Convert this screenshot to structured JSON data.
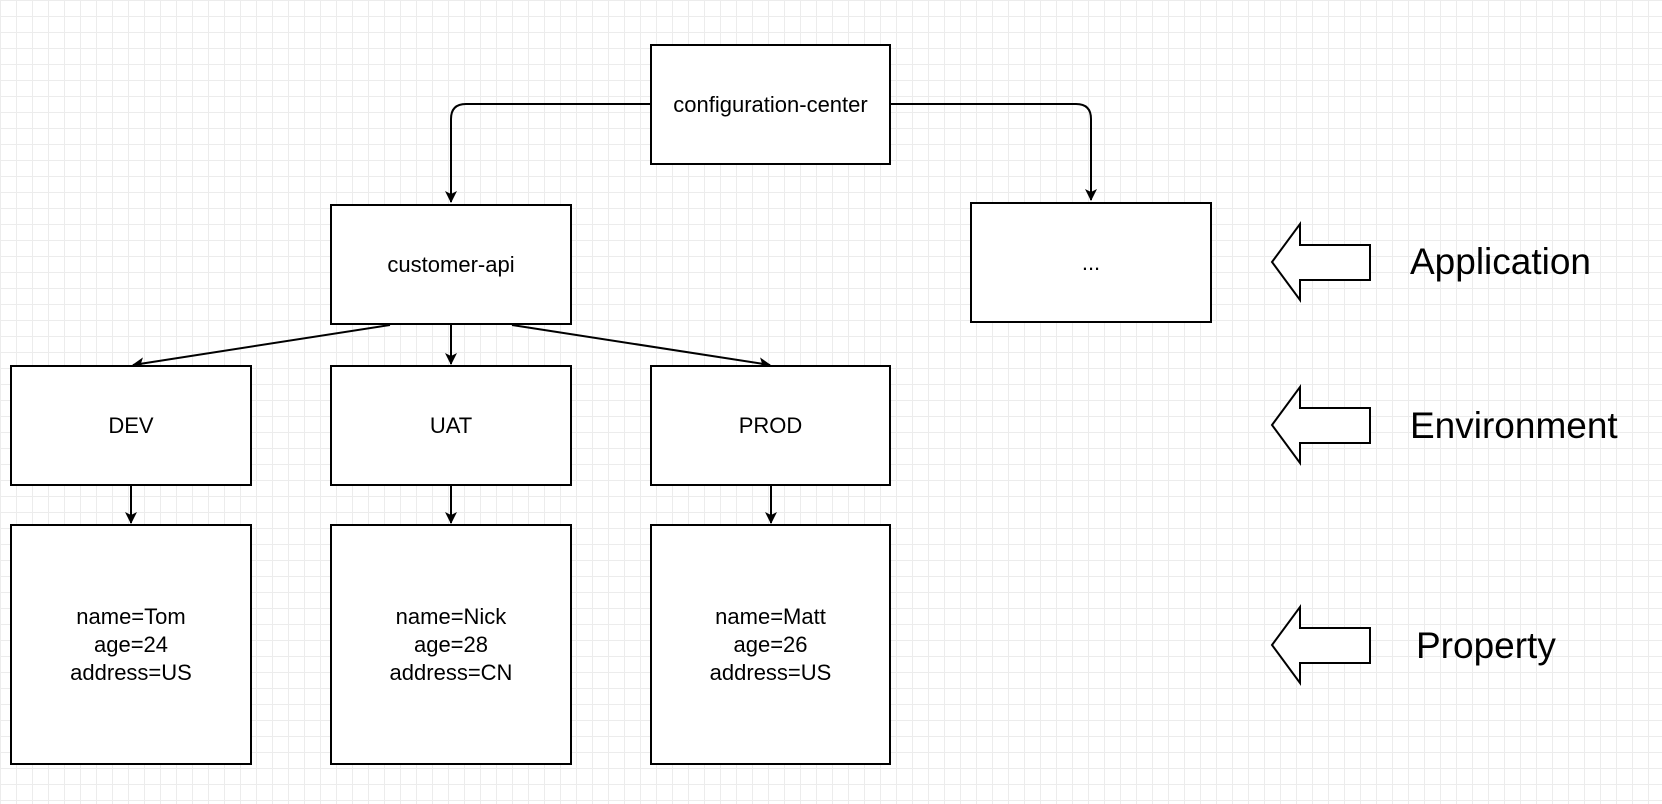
{
  "diagram": {
    "root": {
      "label": "configuration-center"
    },
    "applications": [
      {
        "label": "customer-api"
      },
      {
        "label": "..."
      }
    ],
    "environments": [
      {
        "label": "DEV"
      },
      {
        "label": "UAT"
      },
      {
        "label": "PROD"
      }
    ],
    "properties": [
      {
        "text": "name=Tom\nage=24\naddress=US"
      },
      {
        "text": "name=Nick\nage=28\naddress=CN"
      },
      {
        "text": "name=Matt\nage=26\naddress=US"
      }
    ],
    "layers": [
      {
        "label": "Application"
      },
      {
        "label": "Environment"
      },
      {
        "label": "Property"
      }
    ]
  }
}
